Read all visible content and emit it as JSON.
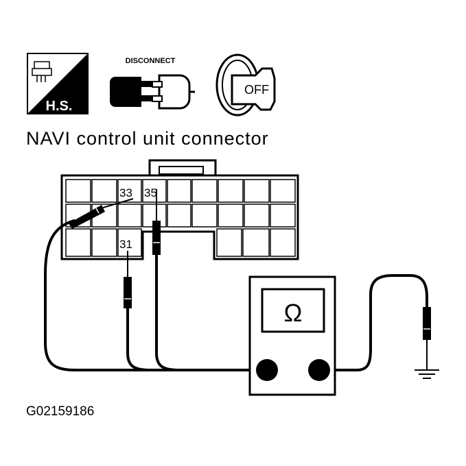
{
  "header": {
    "icon_hs_label": "H.S.",
    "disconnect_label": "DISCONNECT",
    "ignition_label": "OFF"
  },
  "title": "NAVI control unit connector",
  "connector": {
    "pins": [
      "33",
      "35",
      "31"
    ]
  },
  "meter": {
    "symbol": "Ω"
  },
  "figure_code": "G02159186",
  "colors": {
    "line": "#000000",
    "background": "#ffffff"
  }
}
